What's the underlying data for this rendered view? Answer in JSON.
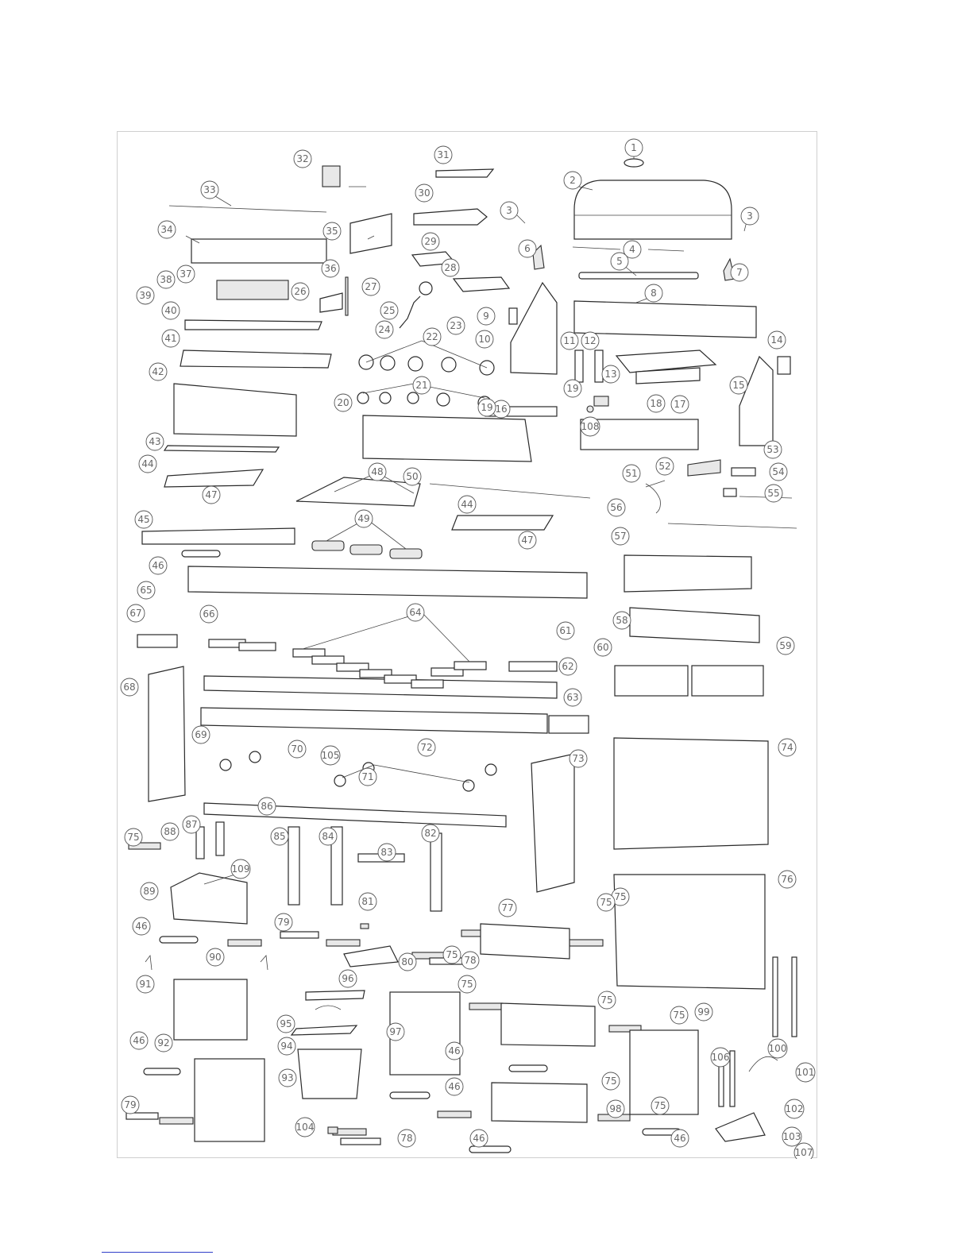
{
  "diagram": {
    "callouts": [
      "1",
      "2",
      "3",
      "3",
      "4",
      "5",
      "6",
      "7",
      "8",
      "9",
      "10",
      "11",
      "12",
      "13",
      "14",
      "15",
      "16",
      "17",
      "18",
      "19",
      "19",
      "20",
      "21",
      "22",
      "23",
      "24",
      "25",
      "26",
      "27",
      "28",
      "29",
      "30",
      "31",
      "32",
      "33",
      "34",
      "35",
      "36",
      "37",
      "38",
      "39",
      "40",
      "41",
      "42",
      "43",
      "44",
      "44",
      "45",
      "46",
      "46",
      "46",
      "46",
      "46",
      "46",
      "46",
      "47",
      "47",
      "48",
      "49",
      "50",
      "51",
      "52",
      "53",
      "54",
      "55",
      "56",
      "57",
      "58",
      "59",
      "60",
      "61",
      "62",
      "63",
      "64",
      "65",
      "66",
      "67",
      "68",
      "69",
      "70",
      "71",
      "72",
      "73",
      "74",
      "75",
      "75",
      "75",
      "75",
      "75",
      "75",
      "75",
      "75",
      "75",
      "76",
      "77",
      "78",
      "78",
      "79",
      "79",
      "80",
      "81",
      "82",
      "83",
      "84",
      "85",
      "86",
      "87",
      "88",
      "89",
      "90",
      "91",
      "92",
      "93",
      "94",
      "95",
      "96",
      "97",
      "98",
      "99",
      "100",
      "101",
      "102",
      "103",
      "104",
      "105",
      "106",
      "107",
      "108",
      "109"
    ]
  }
}
